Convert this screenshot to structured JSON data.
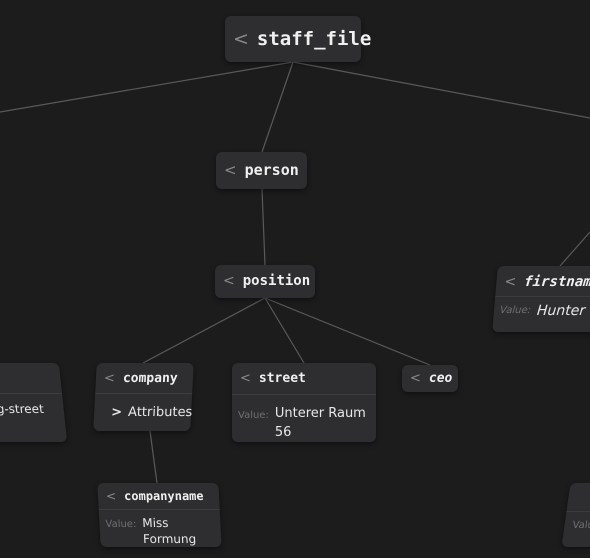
{
  "colors": {
    "background": "#1c1c1d",
    "node": "#2e2e30",
    "edge": "#5a5a5c",
    "muted": "#6f6f73"
  },
  "icons": {
    "collapse": "chevron-left-icon",
    "expand": "chevron-right-icon"
  },
  "chevron": "<",
  "chevron_right": ">",
  "value_label": "Value:",
  "nodes": {
    "root": {
      "name": "staff_file"
    },
    "person": {
      "name": "person"
    },
    "position": {
      "name": "position"
    },
    "firstname": {
      "name": "firstname",
      "value": "Hunter"
    },
    "left": {
      "value": "g-street"
    },
    "company": {
      "name": "company",
      "attributes": "Attributes"
    },
    "street": {
      "name": "street",
      "value": "Unterer Raum 56"
    },
    "ceo": {
      "name": "ceo"
    },
    "companyname": {
      "name": "companyname",
      "value": "Miss Formung"
    }
  }
}
